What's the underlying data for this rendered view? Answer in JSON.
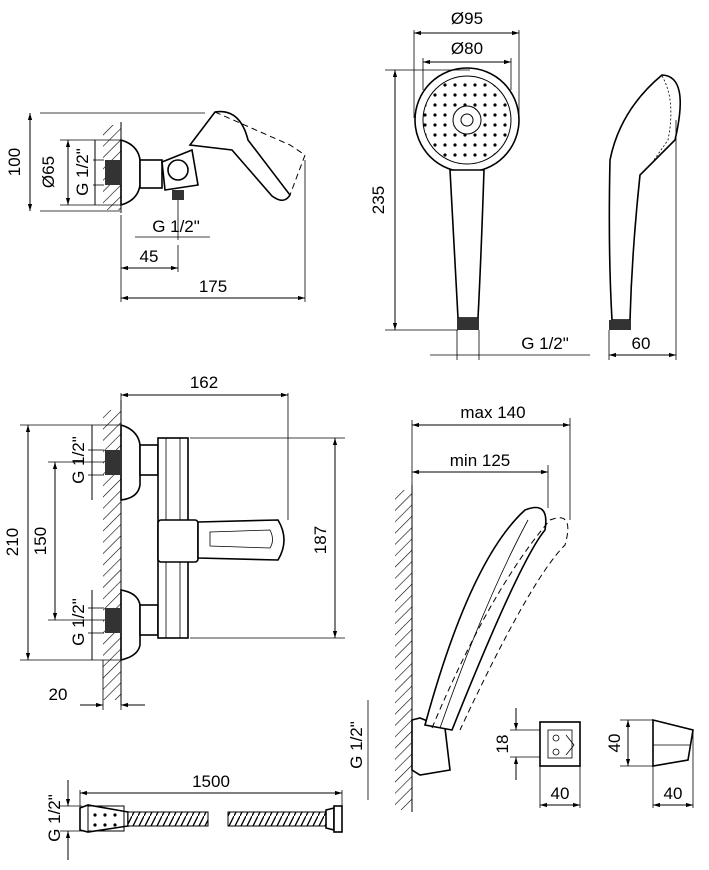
{
  "dimensions": {
    "mixer_top": {
      "height": "100",
      "diameter": "Ø65",
      "thread": "G 1/2\"",
      "outlet_thread": "G 1/2\"",
      "depth_outlet": "45",
      "total_depth": "175"
    },
    "hand_shower": {
      "head_outer": "Ø95",
      "head_inner": "Ø80",
      "length": "235",
      "thread": "G 1/2\"",
      "thickness": "60"
    },
    "mixer_front": {
      "width": "162",
      "total_height": "210",
      "center_distance": "150",
      "handle_height": "187",
      "wall_offset": "20",
      "thread_top": "G 1/2\"",
      "thread_bottom": "G 1/2\""
    },
    "holder": {
      "max_reach": "max 140",
      "min_reach": "min 125",
      "thread": "G 1/2\"",
      "front_height": "18",
      "front_width": "40",
      "side_height": "40",
      "side_width": "40"
    },
    "hose": {
      "length": "1500",
      "thread": "G 1/2\""
    }
  }
}
